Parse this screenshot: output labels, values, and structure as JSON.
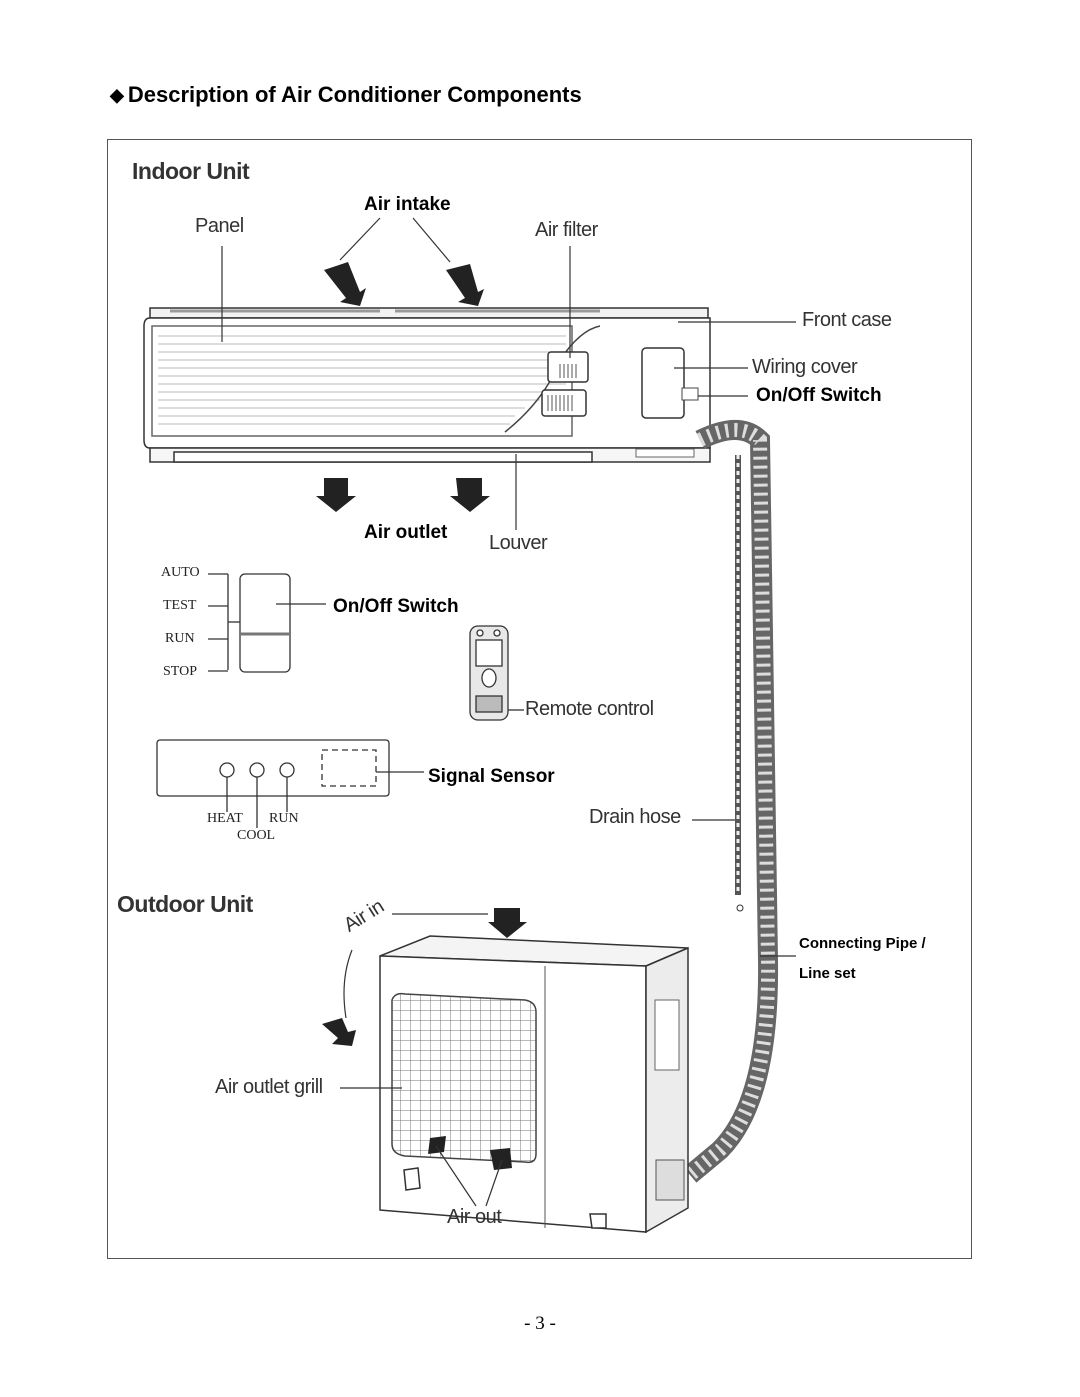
{
  "page": {
    "heading_symbol": "◆",
    "heading": "Description of Air Conditioner Components",
    "page_number": "- 3 -"
  },
  "indoor": {
    "title": "Indoor Unit",
    "labels": {
      "air_intake": "Air intake",
      "panel": "Panel",
      "air_filter": "Air filter",
      "front_case": "Front case",
      "wiring_cover": "Wiring cover",
      "on_off_switch": "On/Off Switch",
      "air_outlet": "Air outlet",
      "louver": "Louver",
      "on_off_switch_2": "On/Off Switch",
      "remote_control": "Remote control",
      "signal_sensor": "Signal Sensor",
      "drain_hose": "Drain hose"
    },
    "switch_positions": [
      "AUTO",
      "TEST",
      "RUN",
      "STOP"
    ],
    "indicator_labels": {
      "heat": "HEAT",
      "cool": "COOL",
      "run": "RUN"
    }
  },
  "outdoor": {
    "title": "Outdoor Unit",
    "labels": {
      "air_in": "Air in",
      "air_outlet_grill": "Air outlet grill",
      "air_out": "Air out",
      "connecting_pipe": "Connecting Pipe /",
      "line_set": "Line set"
    }
  },
  "colors": {
    "line": "#333333",
    "arrow": "#222222"
  }
}
